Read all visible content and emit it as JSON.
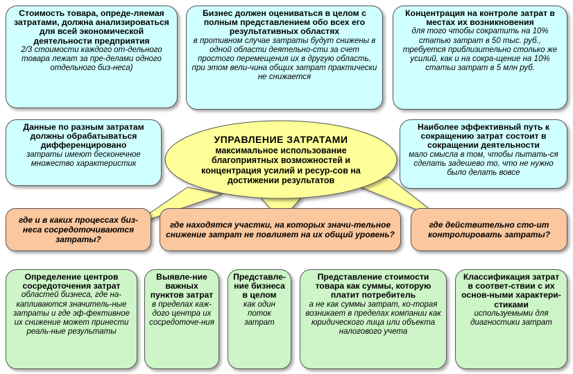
{
  "top_boxes": [
    {
      "title": "Стоимость товара, опреде-ляемая затратами, должна анализироваться для всей экономической деятельности предприятия",
      "desc": "2/3 стоимости каждого от-дельного товара лежат за пре-делами одного отдельного биз-неса)"
    },
    {
      "title": "Бизнес должен оцениваться в целом с полным представлением обо всех его результативных областях",
      "desc": "в противном случае затраты будут снижены в одной области деятельно-сти за счет простого перемещения их в другую область, при этом вели-чина общих затрат практически не снижается"
    },
    {
      "title": "Концентрация на контроле затрат в местах их возникновения",
      "desc": "для того чтобы сократить на 10% статью затрат в 50 тыс. руб., требуется приблизительно столько же усилий, как и на сокра-щение на 10% статьи затрат в 5 млн руб."
    }
  ],
  "middle_left": {
    "title": "Данные по разным затратам должны обрабатываться дифференцировано",
    "desc": "затраты имеют бесконечное множество характеристик"
  },
  "middle_right": {
    "title": "Наиболее эффективный путь к сокращению затрат состоит в сокращении деятельности",
    "desc": "мало смысла в том, чтобы пытать-ся сделать задешево то, что не нужно было делать вовсе"
  },
  "center": {
    "title": "УПРАВЛЕНИЕ ЗАТРАТАМИ",
    "subtitle": "максимальное использование благоприятных возможностей и концентрация усилий и ресур-сов на достижении результатов"
  },
  "questions": [
    "где и в каких процессах биз-неса сосредоточиваются затраты?",
    "где находятся участки, на которых значи-тельное снижение затрат не повлияет на их общий уровень?",
    "где действительно сто-ит контролировать затраты?"
  ],
  "bottom_boxes": [
    {
      "title": "Определение центров сосредоточения затрат",
      "desc": "областей бизнеса, где на-капливаются значитель-ные затраты и где эф-фективное их снижение может принести реаль-ные результаты"
    },
    {
      "title": "Выявле-ние важных пунктов затрат",
      "desc": "в пределах каж-дого центра их сосредоточе-ния"
    },
    {
      "title": "Представле-ние бизнеса в целом",
      "desc": "как один поток затрат"
    },
    {
      "title": "Представление стоимости товара как суммы, которую платит потребитель",
      "desc": "а не как суммы затрат, ко-торая возникает в пределах компании как юридического лица или объекта налогового учета"
    },
    {
      "title": "Классификация затрат в соответ-ствии с их основ-ными характери-стиками",
      "desc": "используемыми для диагностики затрат"
    }
  ],
  "colors": {
    "cyan": "#cfffff",
    "green": "#cdf5c8",
    "orange": "#fbc79e",
    "yellow": "#ffff99"
  }
}
